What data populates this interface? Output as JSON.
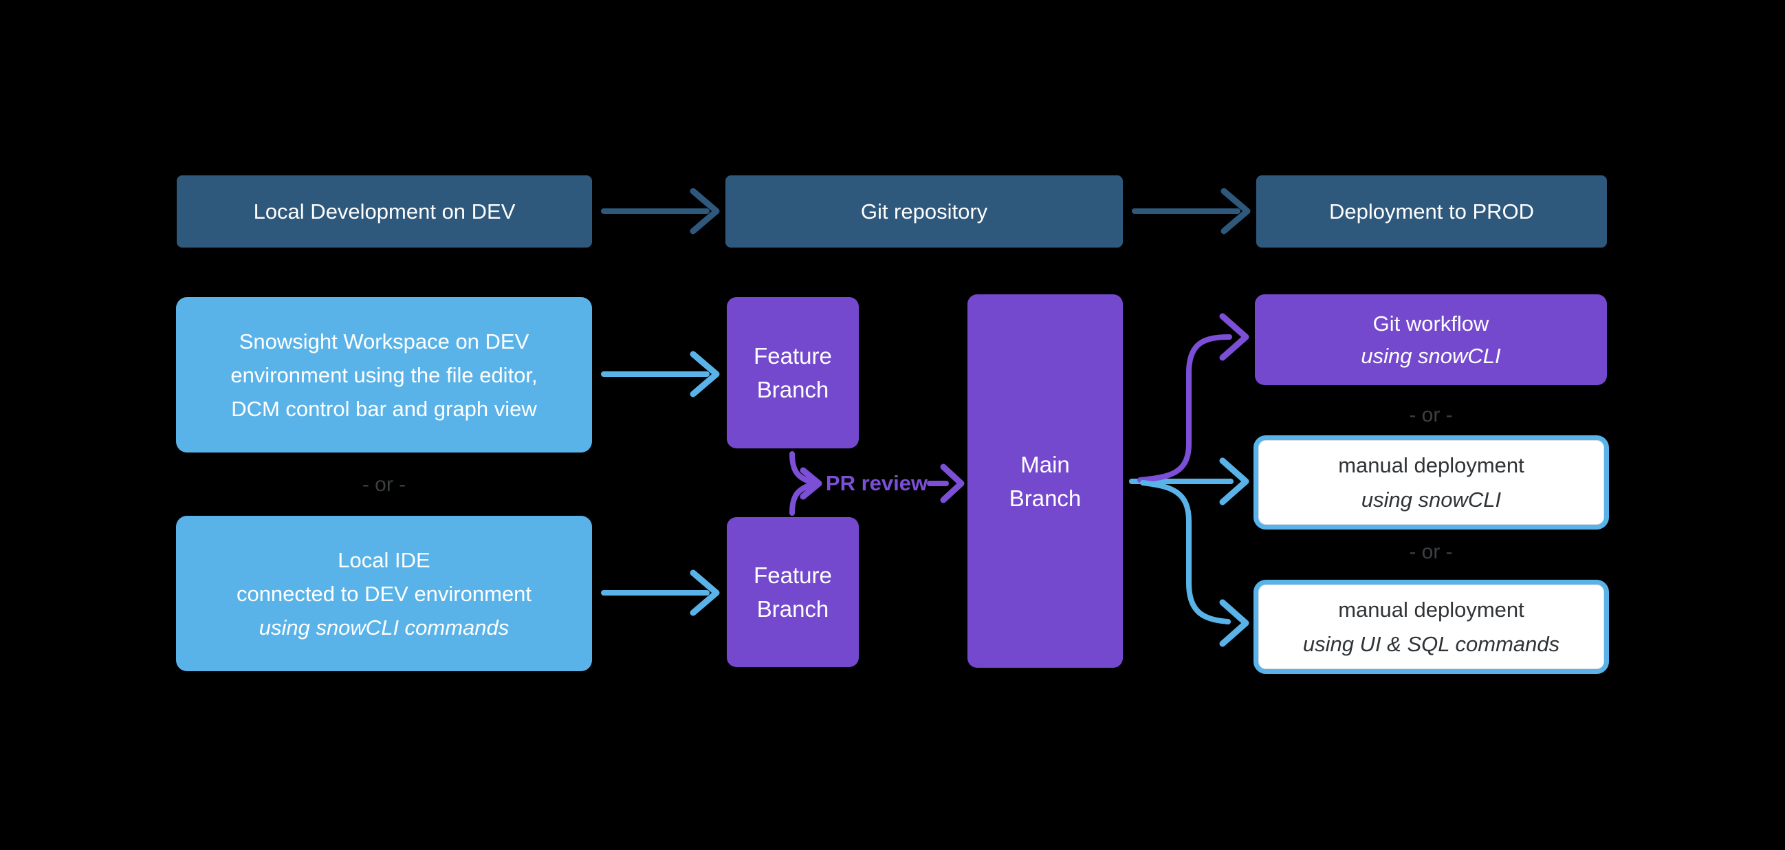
{
  "colors": {
    "bg": "#000000",
    "darkblue": "#2e587c",
    "lightblue": "#5ab3e8",
    "purple": "#7549ce",
    "purpleaccent": "#7b4fd6",
    "orgray": "#3c4043",
    "textdark": "#303437"
  },
  "labels": {
    "or": "- or -",
    "pr_review": "PR review"
  },
  "top_row": {
    "local_dev": "Local Development on DEV",
    "git_repo": "Git repository",
    "deploy_prod": "Deployment to PROD"
  },
  "dev_options": {
    "snowsight": {
      "line1": "Snowsight Workspace on DEV",
      "line2": "environment using the file editor,",
      "line3": "DCM control bar and graph view"
    },
    "local_ide": {
      "line1": "Local IDE",
      "line2": "connected to DEV environment",
      "line3": "using snowCLI commands"
    }
  },
  "branches": {
    "feature1": "Feature Branch",
    "feature2": "Feature Branch",
    "main": "Main Branch"
  },
  "deploy_options": {
    "git_workflow": {
      "line1": "Git workflow",
      "line2": "using snowCLI"
    },
    "manual_cli": {
      "line1": "manual deployment",
      "line2": "using snowCLI"
    },
    "manual_ui": {
      "line1": "manual deployment",
      "line2": "using UI & SQL commands"
    }
  },
  "edges": [
    {
      "from": "local-development-on-dev",
      "to": "git-repository",
      "color": "darkblue"
    },
    {
      "from": "git-repository",
      "to": "deployment-to-prod",
      "color": "darkblue"
    },
    {
      "from": "snowsight-workspace",
      "to": "feature-branch-1",
      "color": "lightblue"
    },
    {
      "from": "local-ide",
      "to": "feature-branch-2",
      "color": "lightblue"
    },
    {
      "from": "feature-branch-1",
      "to": "main-branch",
      "label": "PR review",
      "color": "purple"
    },
    {
      "from": "feature-branch-2",
      "to": "main-branch",
      "label": "PR review",
      "color": "purple"
    },
    {
      "from": "main-branch",
      "to": "git-workflow-using-snowcli",
      "color": "purple"
    },
    {
      "from": "main-branch",
      "to": "manual-deployment-using-snowcli",
      "color": "lightblue"
    },
    {
      "from": "main-branch",
      "to": "manual-deployment-using-ui-sql",
      "color": "lightblue"
    }
  ]
}
